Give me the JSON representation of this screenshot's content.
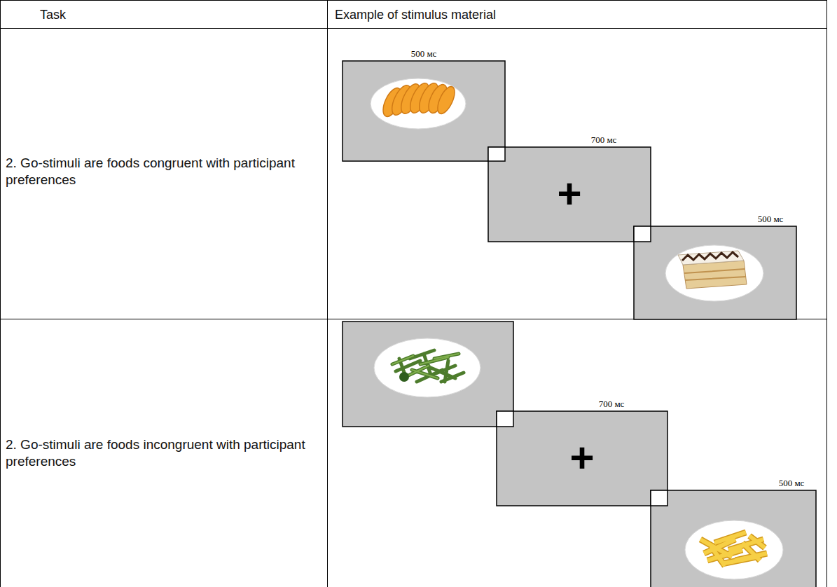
{
  "diagram": {
    "nodes": [
      {
        "text": [
          "500 мс"
        ]
      },
      {
        "text": [
          "700 мс",
          "+"
        ]
      },
      {
        "text": [
          "500 мс"
        ]
      },
      {
        "text": [
          "700 мс",
          "+"
        ]
      },
      {
        "text": [
          "500 мс"
        ]
      }
    ],
    "labels": [
      "Task",
      "Example of stimulus material",
      "2. Go-stimuli are foods congruent with participant preferences",
      "2. Go-stimuli are foods incongruent with participant preferences"
    ]
  }
}
